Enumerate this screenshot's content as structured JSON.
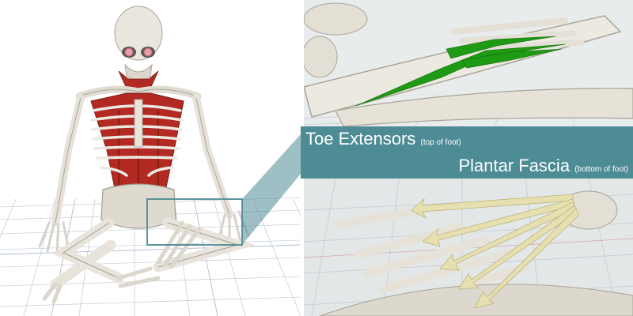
{
  "captions": {
    "toe_extensors_main": "Toe  Extensors",
    "toe_extensors_note": "(top of foot)",
    "plantar_fascia_main": "Plantar Fascia",
    "plantar_fascia_note": "(bottom of foot)"
  },
  "colors": {
    "band": "#4d8b95",
    "muscle_red": "#b22a22",
    "extensor_green": "#1f9a14",
    "fascia_cream": "#e6e0b0",
    "bone": "#e7e4dc",
    "grid_line": "#9aa4b4"
  }
}
